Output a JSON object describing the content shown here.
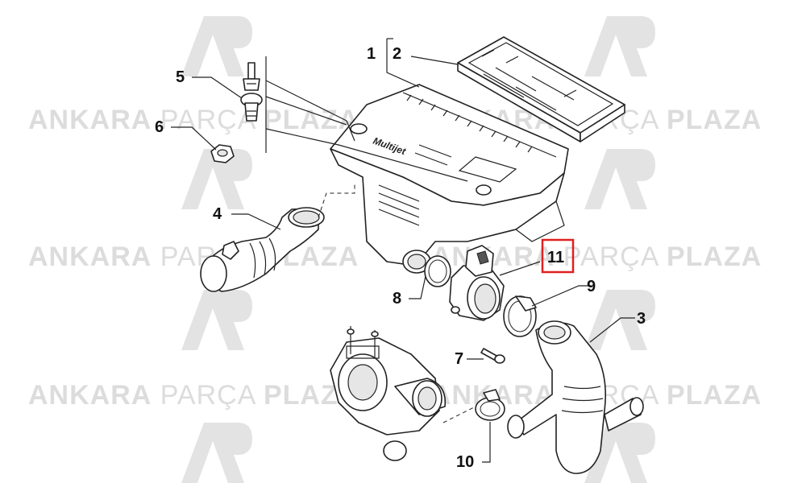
{
  "watermark": {
    "text_light_1": "ANKARA",
    "text_light_2": "PARÇA",
    "text_bold": "PLAZA",
    "logo_color": "#e3e3e3"
  },
  "engine_cover_text": "Multijet",
  "highlight_color": "#e02020",
  "callouts": {
    "c1": "1",
    "c2": "2",
    "c3": "3",
    "c4": "4",
    "c5": "5",
    "c6": "6",
    "c7": "7",
    "c8": "8",
    "c9": "9",
    "c10": "10",
    "c11": "11"
  }
}
